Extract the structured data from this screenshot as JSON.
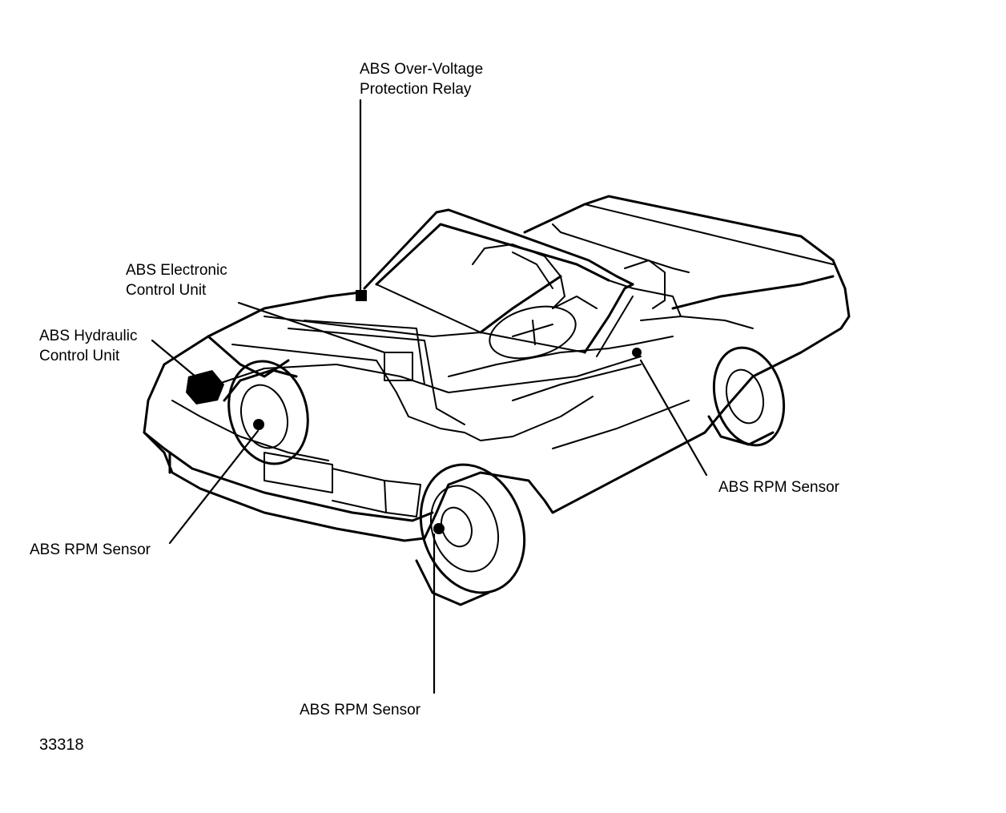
{
  "labels": {
    "relay": {
      "line1": "ABS Over-Voltage",
      "line2": "Protection Relay"
    },
    "ecu": {
      "line1": "ABS Electronic",
      "line2": "Control Unit"
    },
    "hydraulic": {
      "line1": "ABS Hydraulic",
      "line2": "Control Unit"
    },
    "rpm_left": "ABS RPM Sensor",
    "rpm_bottom": "ABS RPM Sensor",
    "rpm_right": "ABS RPM Sensor"
  },
  "figure_number": "33318",
  "colors": {
    "ink": "#000000",
    "background": "#ffffff"
  }
}
